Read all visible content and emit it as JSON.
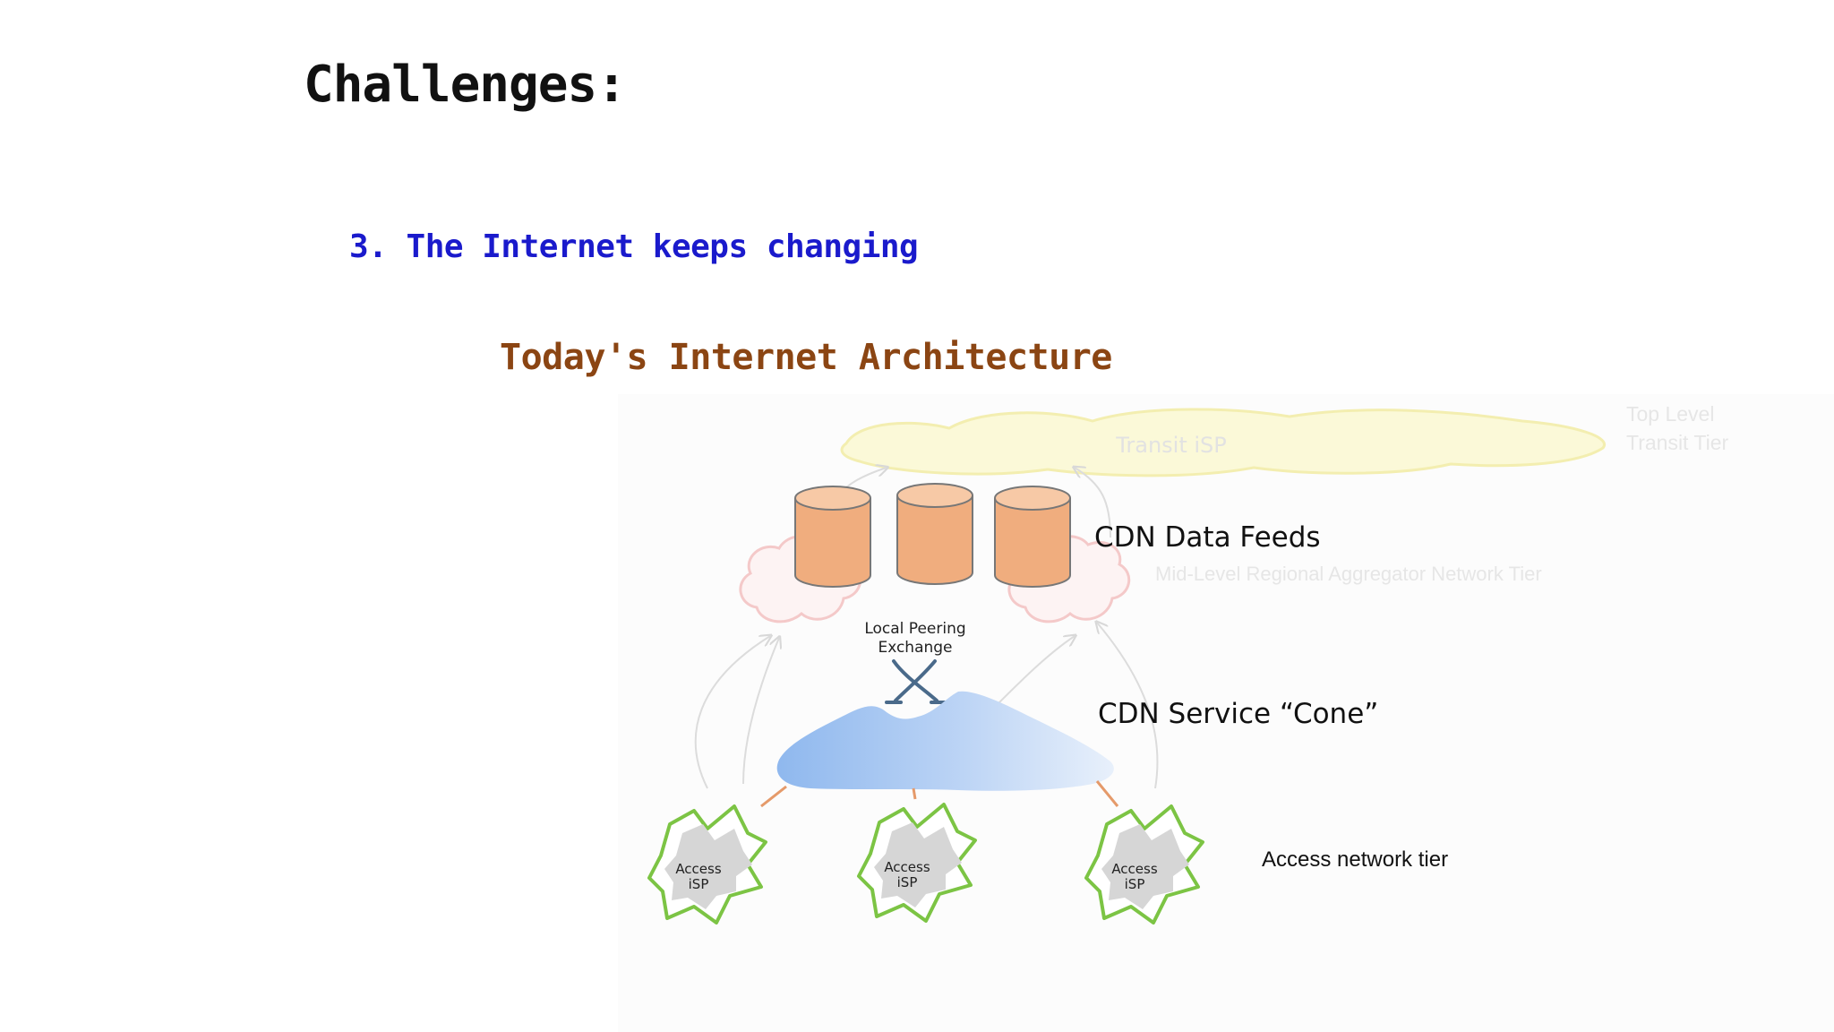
{
  "slide": {
    "title": "Challenges:",
    "item": "3. The Internet keeps changing",
    "diagram_title": "Today's Internet Architecture"
  },
  "diagram": {
    "faded_labels": {
      "transit_isp": "Transit iSP",
      "top_tier_line1": "Top Level",
      "top_tier_line2": "Transit Tier",
      "mid_tier": "Mid-Level Regional Aggregator Network Tier"
    },
    "cdn_data_feeds": "CDN Data Feeds",
    "local_peering_line1": "Local Peering",
    "local_peering_line2": "Exchange",
    "cdn_service_cone": "CDN Service “Cone”",
    "access_isp_line1": "Access",
    "access_isp_line2": "iSP",
    "access_tier": "Access network tier"
  },
  "colors": {
    "title": "#111111",
    "item": "#1a1acc",
    "diagram_title": "#8b4513",
    "cylinder": "#f0ad7e",
    "cone": "#8fb8ee",
    "access_outline": "#7cc444",
    "access_fill": "#d6d6d6"
  }
}
